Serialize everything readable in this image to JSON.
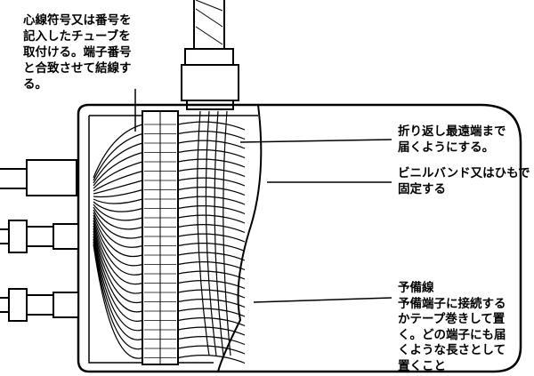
{
  "notes": {
    "tube_marking": [
      "心線符号又は番号を",
      "記入したチューブを",
      "取付ける。端子番号",
      "と合致させて結線す",
      "る。"
    ],
    "fold_back": [
      "折り返し最遠端まで",
      "届くようにする。"
    ],
    "band": [
      "ビニルバンド又はひもで",
      "固定する"
    ],
    "spare": [
      "予備線",
      "予備端子に接続する",
      "かテープ巻きして置",
      "く。どの端子にも届",
      "くような長さとして",
      "置くこと"
    ]
  }
}
